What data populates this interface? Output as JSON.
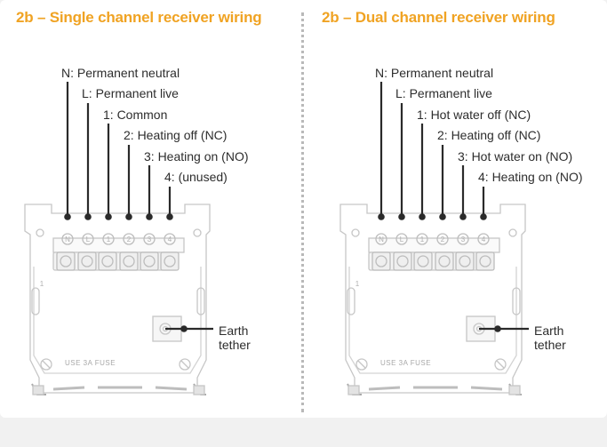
{
  "panels": [
    {
      "title": "2b – Single channel receiver wiring",
      "terminals": [
        {
          "label": "N: Permanent neutral",
          "symbol": "N"
        },
        {
          "label": "L: Permanent live",
          "symbol": "L"
        },
        {
          "label": "1: Common",
          "symbol": "1"
        },
        {
          "label": "2: Heating off (NC)",
          "symbol": "2"
        },
        {
          "label": "3: Heating on (NO)",
          "symbol": "3"
        },
        {
          "label": "4: (unused)",
          "symbol": "4"
        }
      ],
      "earth_label_line1": "Earth",
      "earth_label_line2": "tether",
      "fuse_text": "USE  3A  FUSE",
      "side_mark": "1"
    },
    {
      "title": "2b – Dual channel receiver wiring",
      "terminals": [
        {
          "label": "N: Permanent neutral",
          "symbol": "N"
        },
        {
          "label": "L: Permanent live",
          "symbol": "L"
        },
        {
          "label": "1: Hot water off (NC)",
          "symbol": "1"
        },
        {
          "label": "2: Heating off (NC)",
          "symbol": "2"
        },
        {
          "label": "3: Hot water on (NO)",
          "symbol": "3"
        },
        {
          "label": "4: Heating on (NO)",
          "symbol": "4"
        }
      ],
      "earth_label_line1": "Earth",
      "earth_label_line2": "tether",
      "fuse_text": "USE  3A  FUSE",
      "side_mark": "1"
    }
  ],
  "colors": {
    "title": "#f0a323",
    "text": "#2d2d2d",
    "wire": "#2a2a2a",
    "plate_outline": "#c8c8c8",
    "divider": "#b9b9b9"
  }
}
